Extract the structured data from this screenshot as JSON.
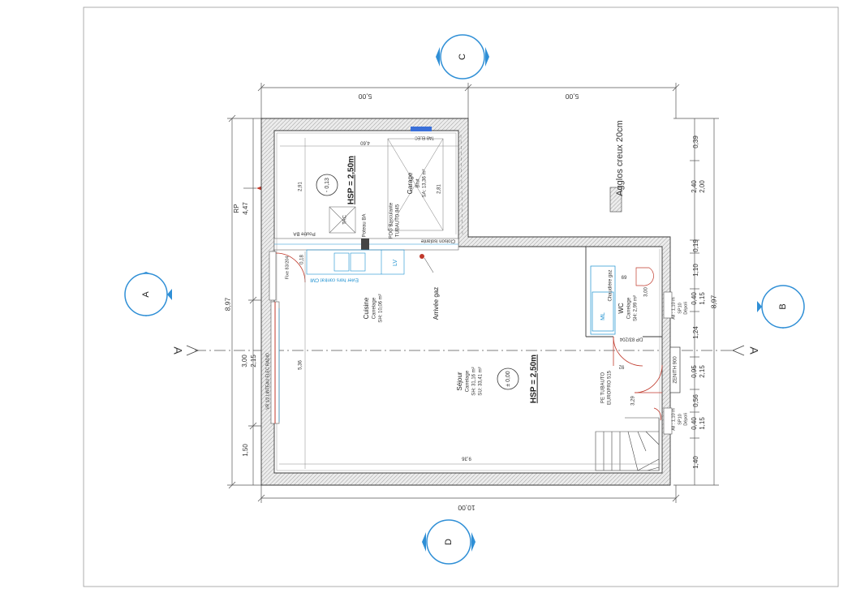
{
  "sections": {
    "A": "A",
    "B": "B",
    "C": "C",
    "D": "D"
  },
  "cut_markers": {
    "left": "A",
    "right": "A"
  },
  "top_dimensions": {
    "left": "5,00",
    "right": "5,00"
  },
  "bottom_dimension": "10,00",
  "left_dimensions": {
    "rp": "RP",
    "rp_value": "4,47",
    "total": "8,97",
    "middle_a": "3,00",
    "middle_b": "2,15",
    "lower": "1,50"
  },
  "right_dimensions": {
    "v1": "0,39",
    "v2a": "2,40",
    "v2b": "2,00",
    "v3": "0,19",
    "v4": "1,10",
    "v5a": "0,40",
    "v5b": "1,15",
    "v6": "1,24",
    "v7a": "0,95",
    "v7b": "2,15",
    "v8": "0,56",
    "v9a": "0,40",
    "v9b": "1,15",
    "v10": "1,40",
    "total": "8,97"
  },
  "legend": {
    "label": "Agglos creux 20cm"
  },
  "garage": {
    "tab_elec": "TAB ELEC",
    "dim_460": "4,60",
    "dim_291": "2,91",
    "dim_281": "2,81",
    "level": "- 0,13",
    "hsp": "HSP = 2,50m",
    "name": "Garage",
    "floor": "Brut",
    "area": "SA: 13,36 m²",
    "door_a": "PDG Basculante",
    "door_b": "TUBAUTO 845",
    "tac": "TAC",
    "poteau": "Poteau BA",
    "poutre": "Poutre BA",
    "cloison": "Cloison isolante"
  },
  "cuisine": {
    "window": "Fixe 83/204",
    "dim_018": "0,18",
    "lv": "LV",
    "evier": "Evier hors contrat CMI",
    "name": "Cuisine",
    "floor": "Carrelage",
    "area": "SH: 10,06 m²",
    "gas": "Arrivée gaz"
  },
  "sejour": {
    "baie": "VR 1/2 LINTEAU ELEC RADIO",
    "dim_536": "5,36",
    "dim_936": "9,36",
    "name": "Séjour",
    "floor": "Carrelage",
    "area_sh": "SH: 31,16 m²",
    "area_su": "SU: 33,41 m²",
    "level": "± 0,00",
    "hsp": "HSP = 2,50m",
    "dim_329": "3,29",
    "entry_a": "PE TUBAUTO",
    "entry_b": "EUROPRO 515",
    "entry_dim": "92",
    "zenith": "ZENITH 900"
  },
  "wc": {
    "name": "WC",
    "floor": "Carrelage",
    "area": "SH: 2,99 m²",
    "dim_300": "3,00",
    "dim_069": "69",
    "boiler": "Chaudière gaz",
    "ml": "ML",
    "door": "DP 83/204"
  },
  "windows_right": {
    "sp_a": "SP10",
    "dep_a": "Dépoli",
    "all_a": "All : 1,10 m",
    "sp_b": "SP10",
    "dep_b": "Dépoli",
    "all_b": "All : 1,10 m"
  },
  "colors": {
    "line": "#3a3a3a",
    "dimension": "#555555",
    "section_marker": "#2f8fd6",
    "blue_text": "#1a8fd0",
    "red_accent": "#c0392b",
    "tab_elec": "#3a6fd8"
  }
}
